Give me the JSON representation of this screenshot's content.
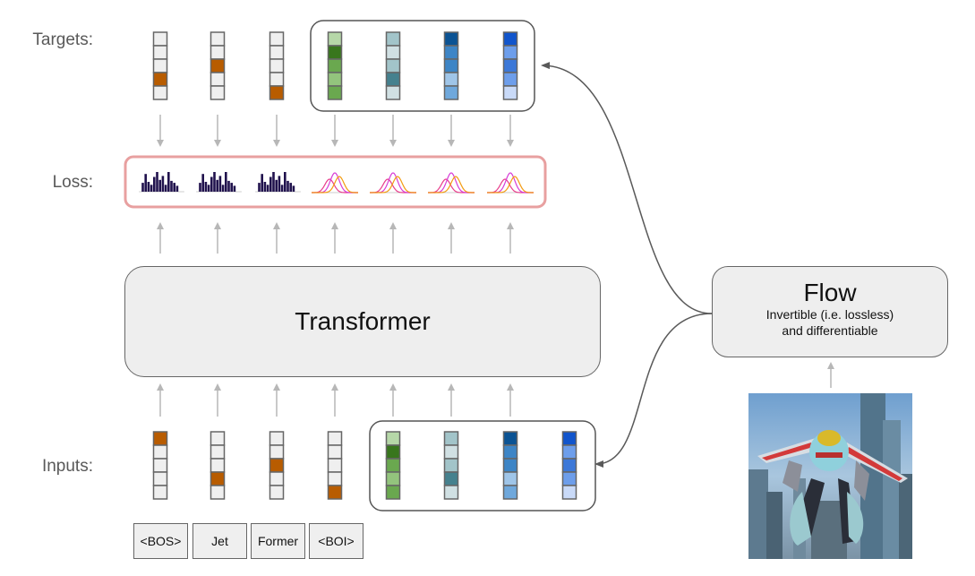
{
  "labels": {
    "targets": "Targets:",
    "loss": "Loss:",
    "inputs": "Inputs:"
  },
  "transformer": {
    "title": "Transformer"
  },
  "flow": {
    "title": "Flow",
    "subtitle_line1": "Invertible (i.e. lossless)",
    "subtitle_line2": "and differentiable"
  },
  "tokens": [
    "<BOS>",
    "Jet",
    "Former",
    "<BOI>"
  ],
  "colors": {
    "orange": "#b85c00",
    "empty": "#efefef",
    "loss_border": "#e8a0a0",
    "arrow": "#b7b7b7",
    "curve": "#595959",
    "hist": "#20124d",
    "gauss_pink": "#e83e8c",
    "gauss_magenta": "#d63bd6",
    "gauss_orange": "#f39c12"
  },
  "targets": {
    "text_columns": [
      {
        "hot_index": 3
      },
      {
        "hot_index": 2
      },
      {
        "hot_index": 4
      }
    ],
    "image_columns": [
      [
        "#b6d7a8",
        "#38761d",
        "#6aa84f",
        "#93c47d",
        "#6aa84f"
      ],
      [
        "#a2c4c9",
        "#d0e0e3",
        "#a2c4c9",
        "#45818e",
        "#d0e0e3"
      ],
      [
        "#0b5394",
        "#3d85c6",
        "#3d85c6",
        "#9fc5e8",
        "#6fa8dc"
      ],
      [
        "#1155cc",
        "#6d9eeb",
        "#3c78d8",
        "#6d9eeb",
        "#c9daf8"
      ]
    ]
  },
  "inputs": {
    "text_columns": [
      {
        "hot_index": 0
      },
      {
        "hot_index": 3
      },
      {
        "hot_index": 2
      },
      {
        "hot_index": 4
      }
    ],
    "image_columns": [
      [
        "#b6d7a8",
        "#38761d",
        "#6aa84f",
        "#93c47d",
        "#6aa84f"
      ],
      [
        "#a2c4c9",
        "#d0e0e3",
        "#a2c4c9",
        "#45818e",
        "#d0e0e3"
      ],
      [
        "#0b5394",
        "#3d85c6",
        "#3d85c6",
        "#9fc5e8",
        "#6fa8dc"
      ],
      [
        "#1155cc",
        "#6d9eeb",
        "#3c78d8",
        "#6d9eeb",
        "#c9daf8"
      ]
    ]
  },
  "loss": {
    "categorical_count": 3,
    "gaussian_count": 4,
    "histogram_values": [
      0.45,
      0.9,
      0.5,
      0.35,
      0.75,
      1.0,
      0.6,
      0.8,
      0.35,
      1.0,
      0.55,
      0.45,
      0.3
    ]
  },
  "image": {
    "description": "robot-flying-over-city"
  }
}
